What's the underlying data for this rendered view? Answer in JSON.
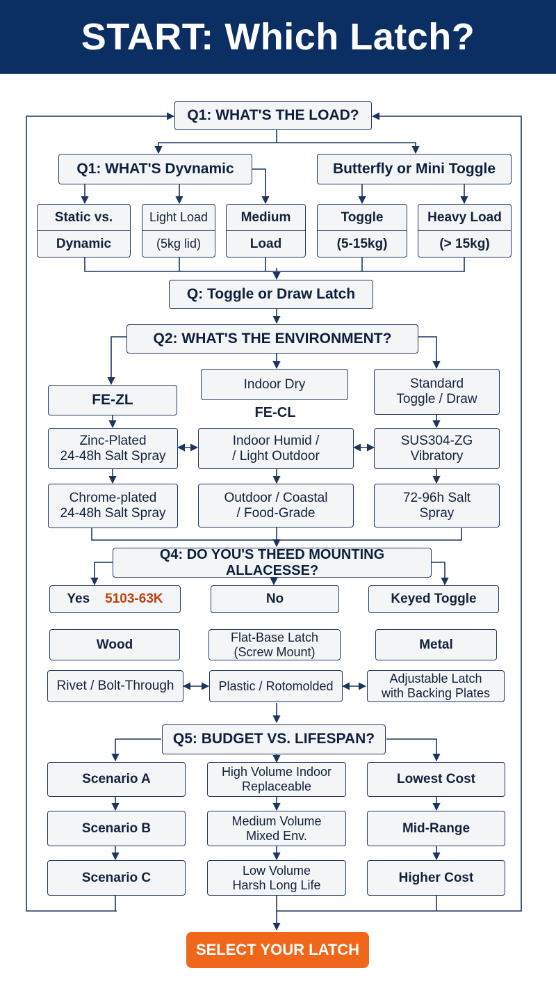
{
  "title": "START: Which Latch?",
  "q1": {
    "question": "Q1: WHAT'S THE LOAD?",
    "sub_left": "Q1: WHAT'S Dyvnamic",
    "sub_right": "Butterfly or Mini Toggle",
    "options": [
      {
        "line1": "Static vs.",
        "line2": "Dynamic"
      },
      {
        "line1": "Light Load",
        "line2": "(5kg lid)"
      },
      {
        "line1": "Medium",
        "line2": "Load"
      },
      {
        "line1": "Toggle",
        "line2": "(5-15kg)"
      },
      {
        "line1": "Heavy Load",
        "line2": "(> 15kg)"
      }
    ],
    "followup": "Q: Toggle or Draw Latch"
  },
  "q2": {
    "question": "Q2: WHAT'S THE ENVIRONMENT?",
    "left": {
      "label": "FE-ZL",
      "items": [
        [
          "Zinc-Plated",
          "24-48h Salt Spray"
        ],
        [
          "Chrome-plated",
          "24-48h Salt Spray"
        ]
      ]
    },
    "center": {
      "top": "Indoor Dry",
      "label": "FE-CL",
      "items": [
        [
          "Indoor Humid /",
          "/ Light Outdoor"
        ],
        [
          "Outdoor / Coastal",
          "/ Food-Grade"
        ]
      ]
    },
    "right": {
      "top": [
        "Standard",
        "Toggle / Draw"
      ],
      "items": [
        [
          "SUS304-ZG",
          "Vibratory"
        ],
        [
          "72-96h Salt",
          "Spray"
        ]
      ]
    }
  },
  "q4": {
    "question": "Q4: DO YOU'S THEED MOUNTING ALLACESSE?",
    "yes": "Yes",
    "yes_code": "5103-63K",
    "no": "No",
    "keyed": "Keyed Toggle",
    "wood": "Wood",
    "flat_base": [
      "Flat-Base Latch",
      "(Screw Mount)"
    ],
    "metal": "Metal",
    "rivet": "Rivet / Bolt-Through",
    "plastic": "Plastic / Rotomolded",
    "adjustable": [
      "Adjustable Latch",
      "with Backing Plates"
    ]
  },
  "q5": {
    "question": "Q5: BUDGET VS. LIFESPAN?",
    "scenarios": [
      "Scenario A",
      "Scenario B",
      "Scenario C"
    ],
    "volumes": [
      [
        "High Volume Indoor",
        "Replaceable"
      ],
      [
        "Medium Volume",
        "Mixed Env."
      ],
      [
        "Low Volume",
        "Harsh Long Life"
      ]
    ],
    "costs": [
      "Lowest Cost",
      "Mid-Range",
      "Higher Cost"
    ]
  },
  "cta": "SELECT YOUR LATCH",
  "colors": {
    "header": "#0c2f63",
    "line": "#1c3560",
    "box_fill": "#f3f5f7",
    "cta": "#f0671c",
    "accent": "#c2410c"
  }
}
